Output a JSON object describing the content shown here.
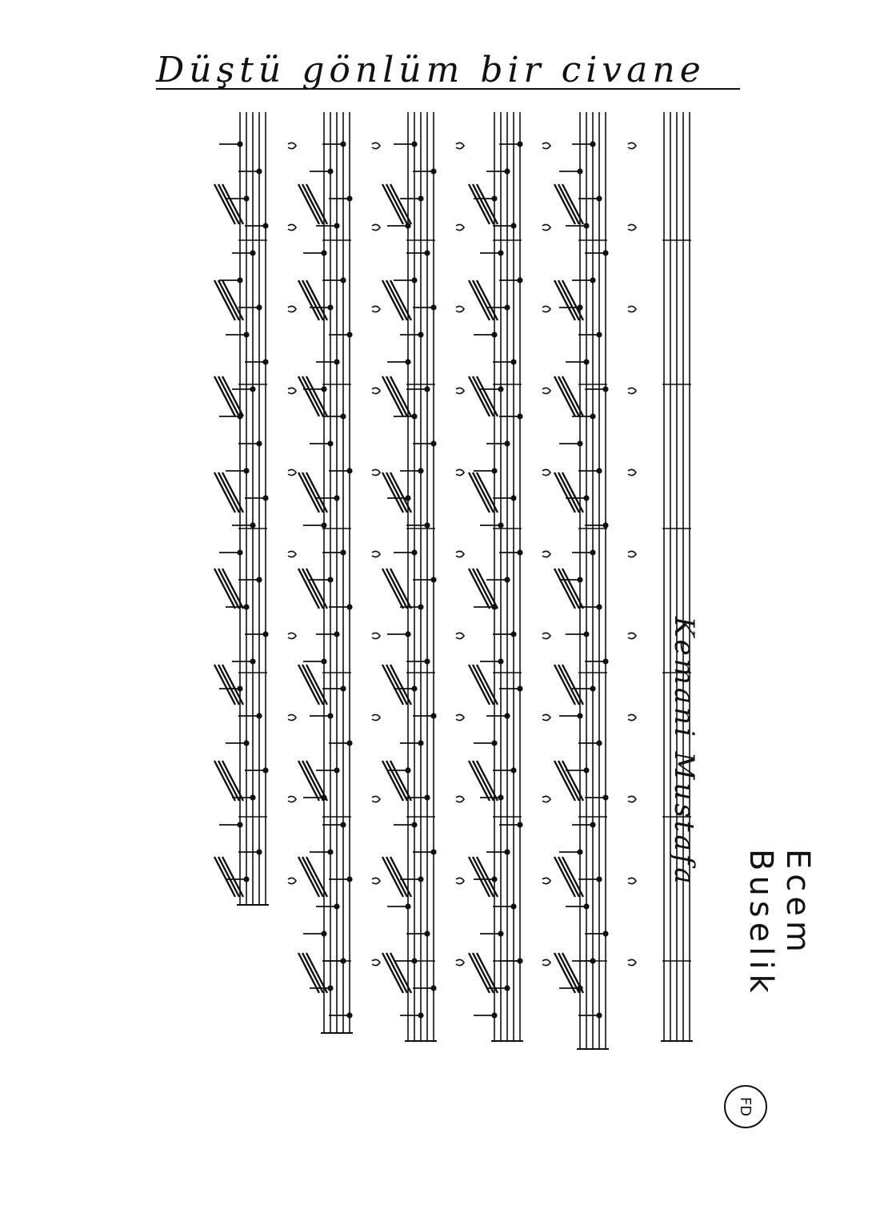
{
  "document": {
    "title": "Düştü gönlüm bir civane",
    "composer": "Kemani Mustafa",
    "makam": "Ecem Buselik",
    "stamp": "FD"
  },
  "staves": {
    "count": 6,
    "lines_per_staff": 5
  }
}
